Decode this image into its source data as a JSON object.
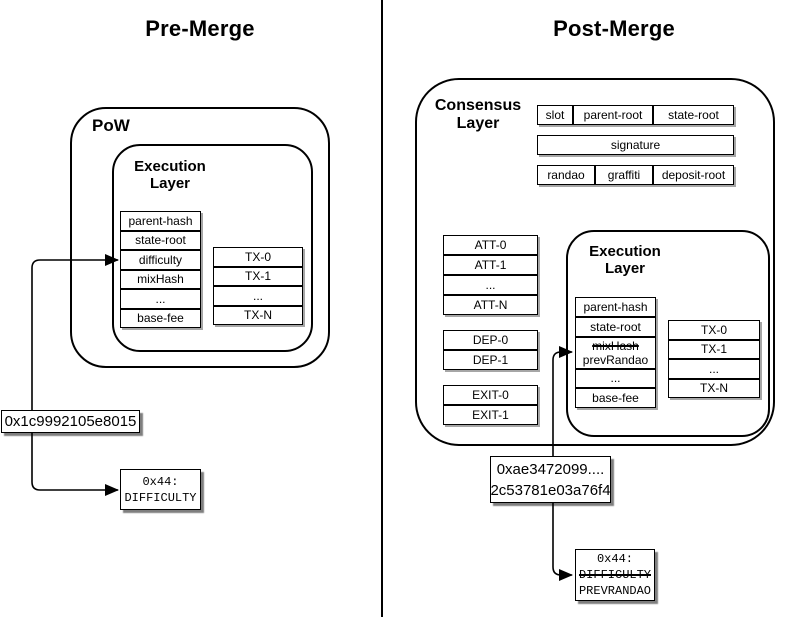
{
  "titles": {
    "left": "Pre-Merge",
    "right": "Post-Merge"
  },
  "colors": {
    "stroke": "#000000",
    "background": "#ffffff",
    "shadow_rgba": "rgba(0,0,0,0.5)"
  },
  "left": {
    "container_label": "PoW",
    "execution_layer": {
      "label_line1": "Execution",
      "label_line2": "Layer",
      "fields": [
        "parent-hash",
        "state-root",
        "difficulty",
        "mixHash",
        "...",
        "base-fee"
      ],
      "txs": [
        "TX-0",
        "TX-1",
        "...",
        "TX-N"
      ]
    },
    "value_label": "0x1c9992105e8015",
    "storage_box": {
      "line1": "0x44:",
      "line2": "DIFFICULTY"
    }
  },
  "right": {
    "consensus_label_line1": "Consensus",
    "consensus_label_line2": "Layer",
    "header_row1": [
      "slot",
      "parent-root",
      "state-root"
    ],
    "header_row2": [
      "signature"
    ],
    "header_row3": [
      "randao",
      "graffiti",
      "deposit-root"
    ],
    "attestations": [
      "ATT-0",
      "ATT-1",
      "...",
      "ATT-N"
    ],
    "deposits": [
      "DEP-0",
      "DEP-1"
    ],
    "exits": [
      "EXIT-0",
      "EXIT-1"
    ],
    "execution_layer": {
      "label_line1": "Execution",
      "label_line2": "Layer",
      "fields_head": [
        "parent-hash",
        "state-root"
      ],
      "replaced_field": {
        "old": "mixHash",
        "new": "prevRandao"
      },
      "fields_tail": [
        "...",
        "base-fee"
      ],
      "txs": [
        "TX-0",
        "TX-1",
        "...",
        "TX-N"
      ]
    },
    "value_label_line1": "0xae3472099....",
    "value_label_line2": "2c53781e03a76f4",
    "storage_box": {
      "line1": "0x44:",
      "line2": "DIFFICULTY",
      "line3": "PREVRANDAO"
    }
  }
}
